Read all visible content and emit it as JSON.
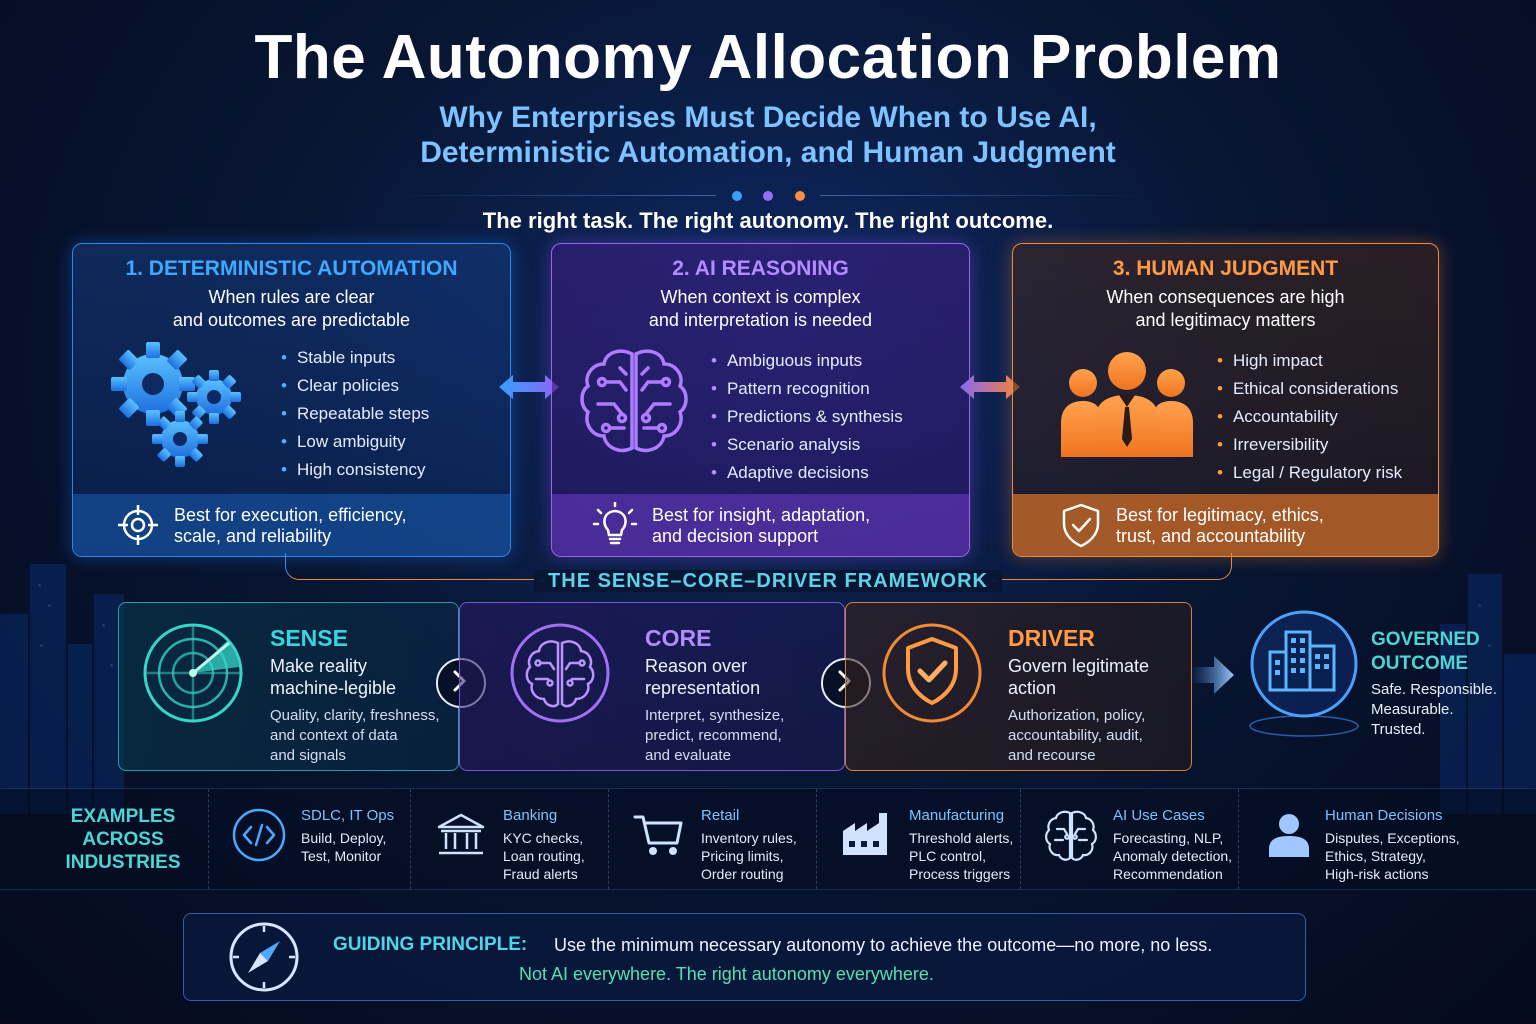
{
  "title": "The Autonomy Allocation Problem",
  "subtitle_line1": "Why Enterprises Must Decide When to Use AI,",
  "subtitle_line2": "Deterministic Automation, and Human Judgment",
  "tagline": "The right task. The right autonomy. The right outcome.",
  "colors": {
    "blue": "#3aa0ff",
    "purple": "#a070f5",
    "orange": "#f5923e",
    "teal": "#4fd4d4"
  },
  "cards": {
    "deterministic": {
      "title": "1. DETERMINISTIC AUTOMATION",
      "sub1": "When rules are clear",
      "sub2": "and outcomes are predictable",
      "items": [
        "Stable inputs",
        "Clear policies",
        "Repeatable steps",
        "Low ambiguity",
        "High consistency"
      ],
      "foot1": "Best for execution, efficiency,",
      "foot2": "scale, and reliability",
      "icon": "gears-icon",
      "foot_icon": "target-icon"
    },
    "ai": {
      "title": "2. AI REASONING",
      "sub1": "When context is complex",
      "sub2": "and interpretation is needed",
      "items": [
        "Ambiguous inputs",
        "Pattern recognition",
        "Predictions & synthesis",
        "Scenario analysis",
        "Adaptive decisions"
      ],
      "foot1": "Best for insight, adaptation,",
      "foot2": "and decision support",
      "icon": "brain-circuit-icon",
      "foot_icon": "lightbulb-icon"
    },
    "human": {
      "title": "3. HUMAN JUDGMENT",
      "sub1": "When consequences are high",
      "sub2": "and legitimacy matters",
      "items": [
        "High impact",
        "Ethical considerations",
        "Accountability",
        "Irreversibility",
        "Legal / Regulatory risk"
      ],
      "foot1": "Best for legitimacy, ethics,",
      "foot2": "trust, and accountability",
      "icon": "people-icon",
      "foot_icon": "shield-check-icon"
    }
  },
  "framework": {
    "title": "THE SENSE–CORE–DRIVER FRAMEWORK",
    "sense": {
      "title": "SENSE",
      "sub1": "Make reality",
      "sub2": "machine-legible",
      "d1": "Quality, clarity, freshness,",
      "d2": "and context of data",
      "d3": "and signals",
      "icon": "radar-icon"
    },
    "core": {
      "title": "CORE",
      "sub1": "Reason over",
      "sub2": "representation",
      "d1": "Interpret, synthesize,",
      "d2": "predict, recommend,",
      "d3": "and evaluate",
      "icon": "brain-circuit-icon"
    },
    "driver": {
      "title": "DRIVER",
      "sub1": "Govern legitimate",
      "sub2": "action",
      "d1": "Authorization, policy,",
      "d2": "accountability, audit,",
      "d3": "and recourse",
      "icon": "shield-check-icon"
    },
    "outcome": {
      "t1": "GOVERNED",
      "t2": "OUTCOME",
      "s1": "Safe. Responsible.",
      "s2": "Measurable.",
      "s3": "Trusted.",
      "icon": "building-icon"
    }
  },
  "examples": {
    "heading1": "EXAMPLES",
    "heading2": "ACROSS",
    "heading3": "INDUSTRIES",
    "items": [
      {
        "title": "SDLC, IT Ops",
        "l1": "Build, Deploy,",
        "l2": "Test, Monitor",
        "l3": "",
        "icon": "code-icon"
      },
      {
        "title": "Banking",
        "l1": "KYC checks,",
        "l2": "Loan routing,",
        "l3": "Fraud alerts",
        "icon": "bank-icon"
      },
      {
        "title": "Retail",
        "l1": "Inventory rules,",
        "l2": "Pricing limits,",
        "l3": "Order routing",
        "icon": "cart-icon"
      },
      {
        "title": "Manufacturing",
        "l1": "Threshold alerts,",
        "l2": "PLC control,",
        "l3": "Process triggers",
        "icon": "factory-icon"
      },
      {
        "title": "AI Use Cases",
        "l1": "Forecasting, NLP,",
        "l2": "Anomaly detection,",
        "l3": "Recommendation",
        "icon": "brain-icon"
      },
      {
        "title": "Human Decisions",
        "l1": "Disputes, Exceptions,",
        "l2": "Ethics, Strategy,",
        "l3": "High-risk actions",
        "icon": "person-icon"
      }
    ]
  },
  "guiding": {
    "label": "GUIDING PRINCIPLE:",
    "principle": "Use the minimum necessary autonomy to achieve the outcome—no more, no less.",
    "line2": "Not AI everywhere. The right autonomy everywhere.",
    "icon": "compass-icon"
  }
}
